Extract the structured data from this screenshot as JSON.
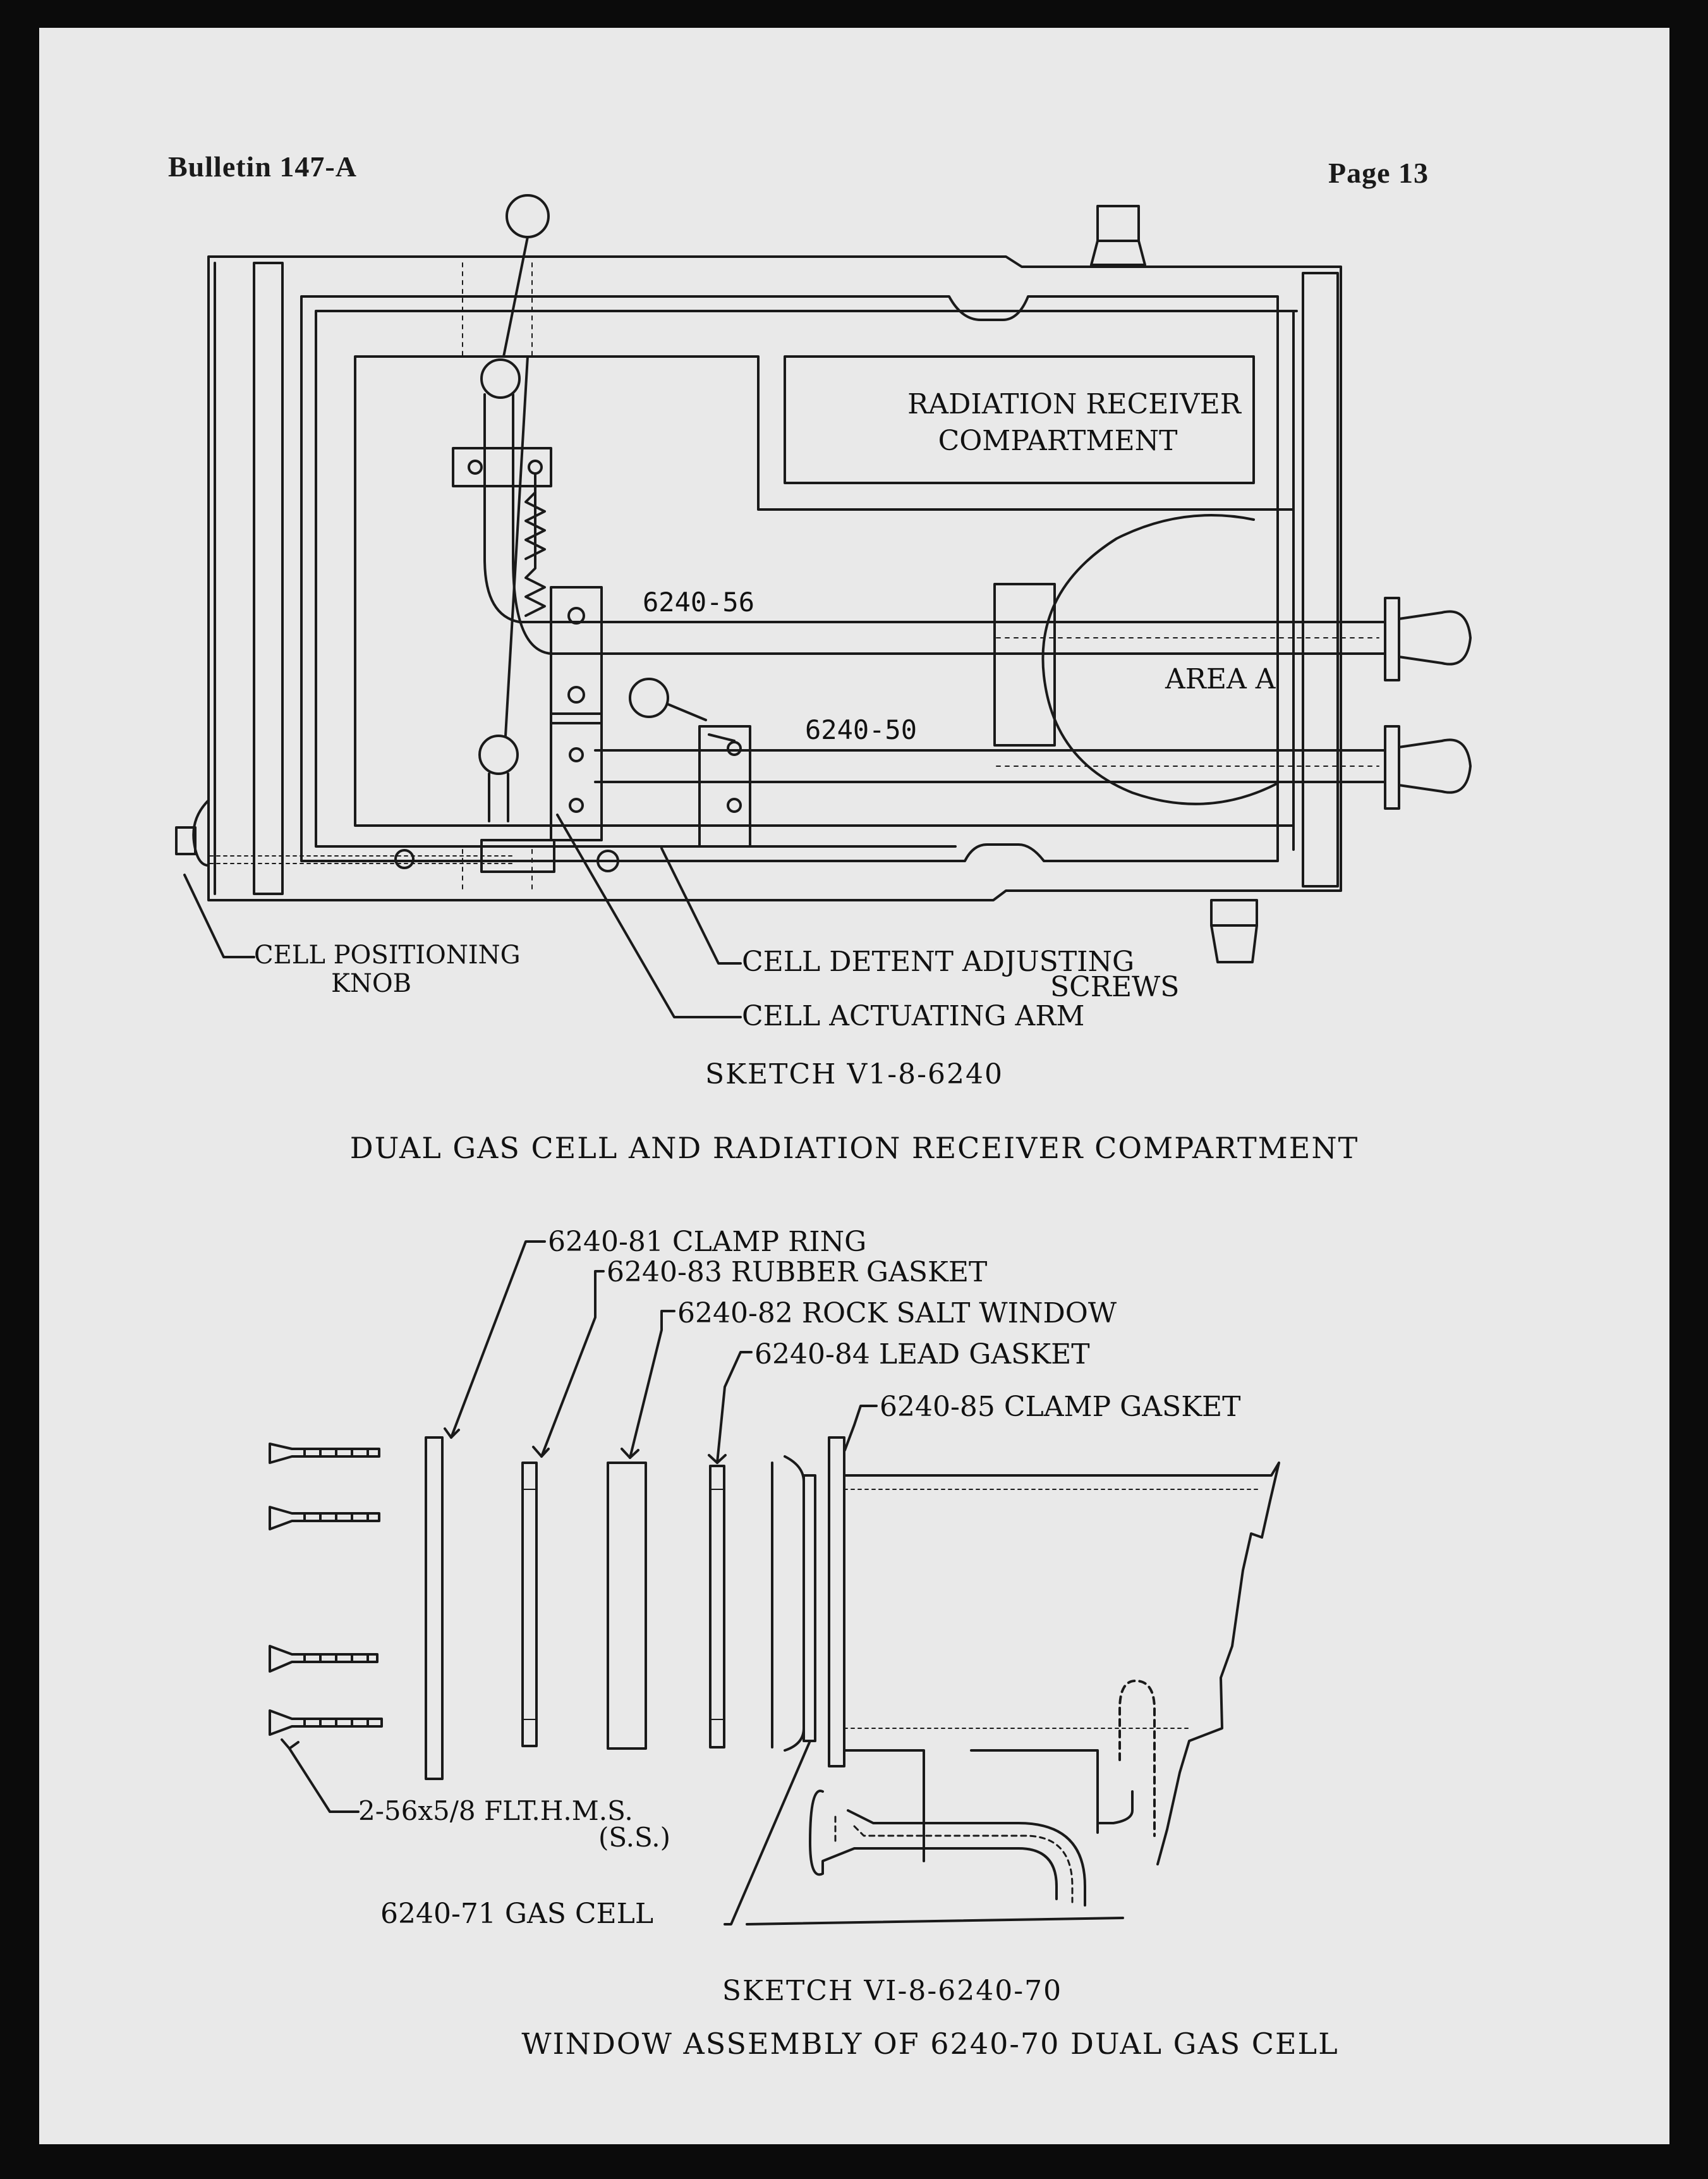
{
  "header": {
    "bulletin": "Bulletin 147-A",
    "page": "Page 13"
  },
  "sketch1": {
    "labels": {
      "radiation_line1": "RADIATION RECEIVER",
      "radiation_line2": "COMPARTMENT",
      "area_a": "AREA A",
      "part_56": "6240-56",
      "part_50": "6240-50",
      "knob_line1": "CELL POSITIONING",
      "knob_line2": "KNOB",
      "detent_line1": "CELL DETENT ADJUSTING",
      "detent_line2": "SCREWS",
      "arm": "CELL ACTUATING ARM"
    },
    "caption_id": "SKETCH V1-8-6240",
    "caption_title": "DUAL GAS CELL AND RADIATION RECEIVER COMPARTMENT"
  },
  "sketch2": {
    "parts": [
      "6240-81 CLAMP RING",
      "6240-83 RUBBER GASKET",
      "6240-82 ROCK SALT WINDOW",
      "6240-84 LEAD GASKET",
      "6240-85 CLAMP GASKET"
    ],
    "screws_line1": "2-56x5/8 FLT.H.M.S.",
    "screws_line2": "(S.S.)",
    "gas_cell": "6240-71 GAS CELL",
    "caption_id": "SKETCH VI-8-6240-70",
    "caption_title": "WINDOW ASSEMBLY OF 6240-70 DUAL GAS CELL"
  }
}
